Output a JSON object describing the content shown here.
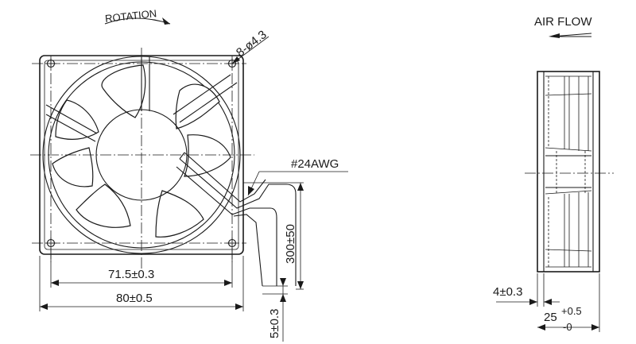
{
  "front_view": {
    "rotation_label": "ROTATION",
    "mount_hole_label": "8-ø4.3",
    "wire_gauge_label": "#24AWG",
    "wire_length_label": "300±50",
    "wire_strip_label": "5±0.3",
    "hole_pitch_label": "71.5±0.3",
    "frame_width_label": "80±0.5"
  },
  "side_view": {
    "air_flow_label": "AIR FLOW",
    "flange_label": "4±0.3",
    "depth_main": "25",
    "depth_upper_tol": "+0.5",
    "depth_lower_tol": "-0"
  },
  "icons": {
    "rotation_arrow": "curved-arrow-icon",
    "air_flow_arrow": "left-arrow-icon"
  }
}
